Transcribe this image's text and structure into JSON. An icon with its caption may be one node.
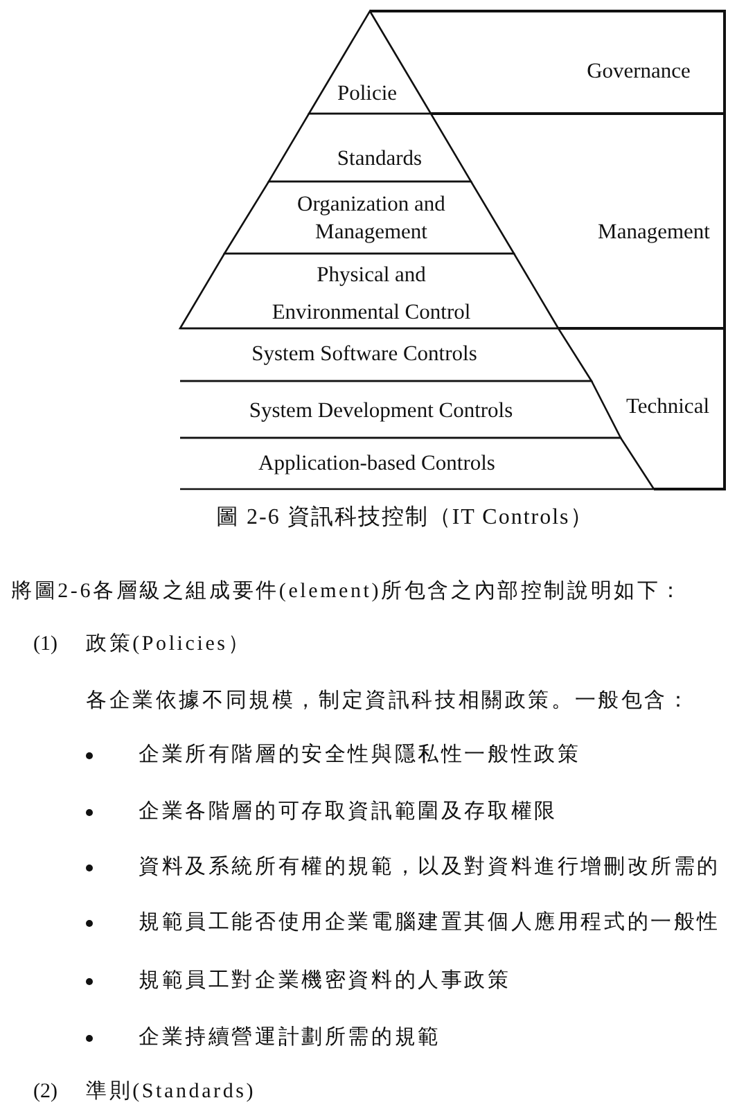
{
  "diagram": {
    "caption": "圖 2-6 資訊科技控制（IT Controls）",
    "nodes": [
      {
        "text": [
          "Policie"
        ]
      },
      {
        "text": [
          "Standards"
        ]
      },
      {
        "text": [
          "Organization and Management"
        ]
      },
      {
        "text": [
          "Physical and Environmental Control"
        ]
      },
      {
        "text": [
          "System Software Controls"
        ]
      },
      {
        "text": [
          "System Development Controls"
        ]
      },
      {
        "text": [
          "Application-based Controls"
        ]
      },
      {
        "text": [
          "Governance"
        ]
      },
      {
        "text": [
          "Management"
        ]
      },
      {
        "text": [
          "Technical"
        ]
      }
    ],
    "labels": [
      "將圖2-6各層級之組成要件(element)所包含之內部控制說明如下：",
      "(1)",
      "政策(Policies）",
      "各企業依據不同規模，制定資訊科技相關政策。一般包含：",
      "企業所有階層的安全性與隱私性一般性政策",
      "企業各階層的可存取資訊範圍及存取權限",
      "資料及系統所有權的規範，以及對資料進行增刪改所需的",
      "規範員工能否使用企業電腦建置其個人應用程式的一般性",
      "規範員工對企業機密資料的人事政策",
      "企業持續營運計劃所需的規範",
      "(2)",
      "準則(Standards)"
    ]
  }
}
